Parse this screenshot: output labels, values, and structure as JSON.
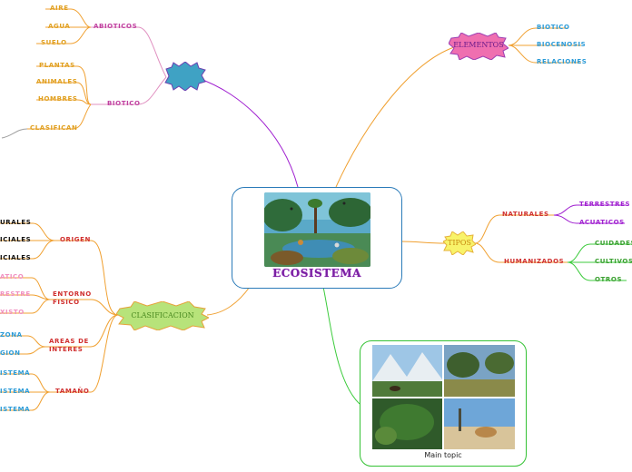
{
  "center": {
    "title": "ECOSISTEMA",
    "image_alt": "forest-ecosystem-illustration"
  },
  "main_topic": {
    "label": "Main topic",
    "image_alt": "four-ecosystem-photos"
  },
  "bursts": {
    "componentes": {
      "label": "",
      "fill": "#3fa2c4",
      "stroke": "#6b3fb0"
    },
    "elementos": {
      "label": "ELEMENTOS",
      "fill": "#ef6fb0",
      "stroke": "#9b3fb3"
    },
    "tipos": {
      "label": "TIPOS",
      "fill": "#f8f36a",
      "stroke": "#e6b23a"
    },
    "clasificacion": {
      "label": "CLASIFICACION",
      "fill": "#b7e37a",
      "stroke": "#e6a23a"
    }
  },
  "left_top": {
    "abioticos": "ABIOTICOS",
    "aire": "AIRE",
    "agua": "AGUA",
    "suelo": "SUELO",
    "biotico": "BIOTICO",
    "plantas": "PLANTAS",
    "animales": "ANIMALES",
    "hombres": "HOMBRES",
    "clasifican": "CLASIFICAN"
  },
  "elementos_items": [
    "BIOTICO",
    "BIOCENOSIS",
    "RELACIONES"
  ],
  "tipos_items": {
    "naturales": "NATURALES",
    "terrestres": "TERRESTRES",
    "acuaticos": "ACUATICOS",
    "humanizados": "HUMANIZADOS",
    "cuidades": "CUIDADES",
    "cultivos": "CULTIVOS",
    "otros": "OTROS"
  },
  "clasificacion_items": {
    "origen": "ORIGEN",
    "origen_children": [
      "URALES",
      "ICIALES",
      "ICIALES"
    ],
    "entorno": "ENTORNO FISICO",
    "entorno_children": [
      "ATICO",
      "RESTRE",
      "XISTO"
    ],
    "areas": "AREAS DE INTERES",
    "areas_children": [
      "ZONA",
      "GION"
    ],
    "tamano": "TAMAÑO",
    "tamano_children": [
      "ISTEMA",
      "ISTEMA",
      "ISTEMA"
    ]
  },
  "colors": {
    "purple": "#a020d0",
    "orange": "#f0a030",
    "green": "#3ccb3c",
    "blue": "#2b7bb9"
  }
}
